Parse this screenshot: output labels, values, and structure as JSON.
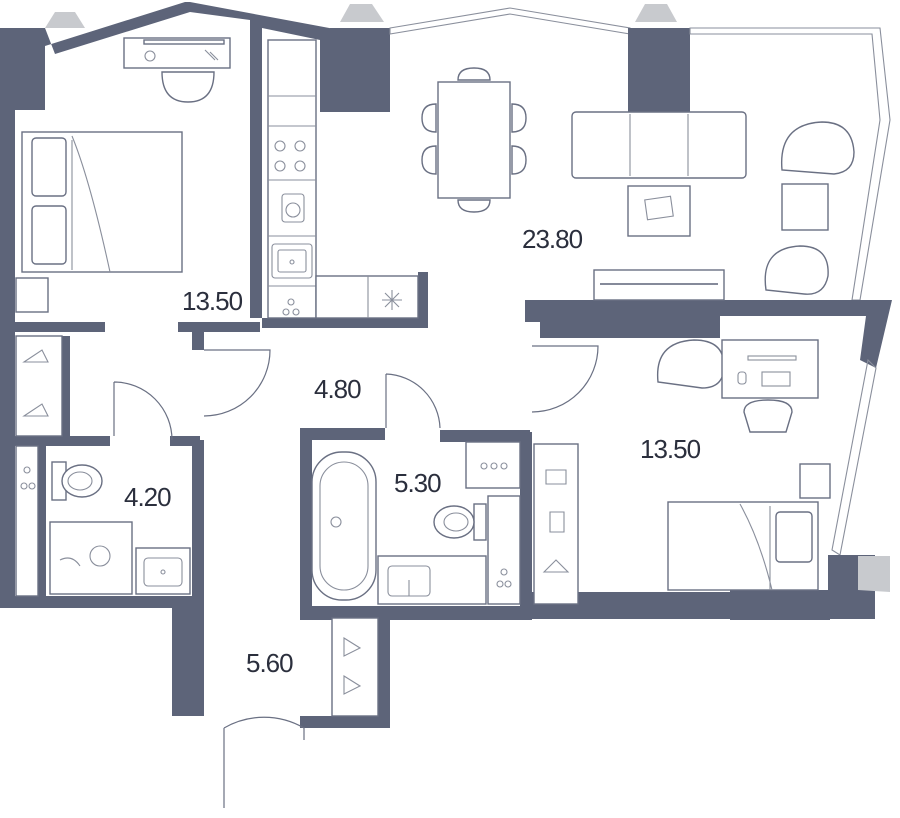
{
  "colors": {
    "wall": "#5d6479",
    "pillar": "#c8cace",
    "label": "#2b2f3d",
    "background": "#ffffff"
  },
  "rooms": {
    "bedroom_left": {
      "area": "13.50"
    },
    "living_kitchen": {
      "area": "23.80"
    },
    "bedroom_right": {
      "area": "13.50"
    },
    "hallway": {
      "area": "4.80"
    },
    "bathroom_small": {
      "area": "4.20"
    },
    "bathroom_main": {
      "area": "5.30"
    },
    "entrance": {
      "area": "5.60"
    }
  },
  "icons": {
    "fridge": "snowflake-icon",
    "stove": "cooktop-icon",
    "sink": "sink-icon",
    "bath": "bathtub-icon",
    "toilet": "toilet-icon",
    "washer": "washing-machine-icon",
    "hanger": "hanger-icon"
  }
}
